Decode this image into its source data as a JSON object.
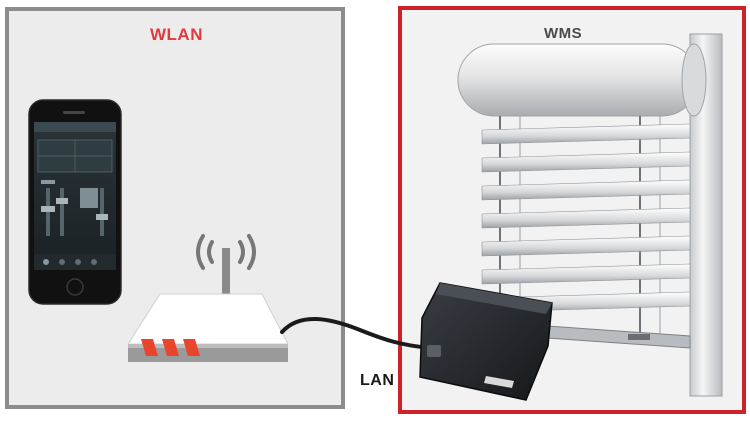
{
  "labels": {
    "wlan": "WLAN",
    "wms": "WMS",
    "lan": "LAN"
  },
  "colors": {
    "wlan_label": "#e2383f",
    "wms_frame": "#cc2229",
    "wlan_frame": "#8c8c8c",
    "router_leds": "#e8452c"
  },
  "icons": [
    "smartphone-icon",
    "wifi-router-icon",
    "wireless-signal-icon",
    "gateway-device-icon",
    "lan-cable-icon",
    "venetian-blind-icon"
  ]
}
